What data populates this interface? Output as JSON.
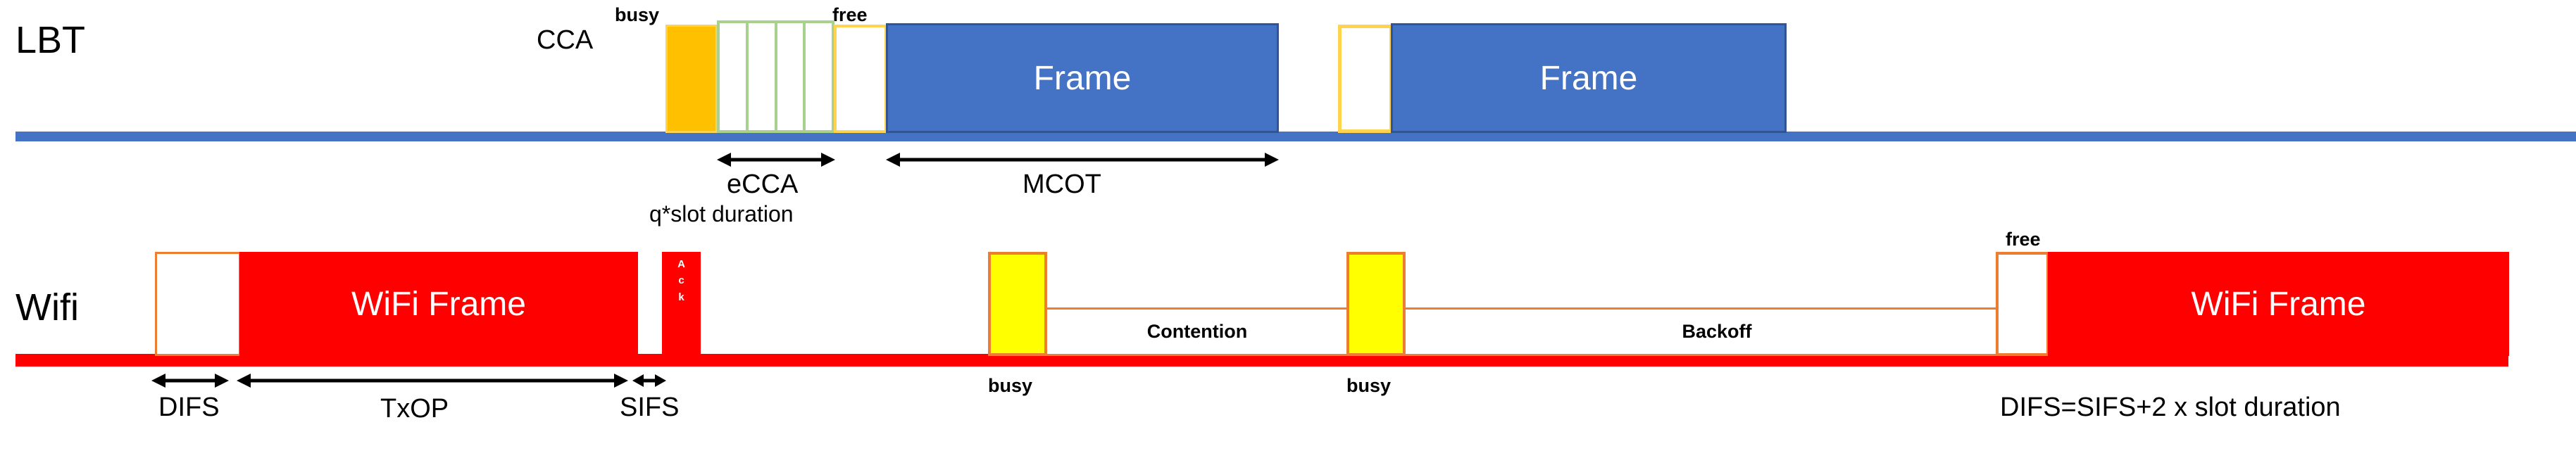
{
  "diagram": {
    "title": "LBT versus WiFi channel access timing diagram",
    "colors": {
      "lbt_timeline": "#4472C4",
      "wifi_timeline": "#FF0000",
      "busy_lbt": "#FFC000",
      "busy_wifi": "#FFFF00",
      "ecca_border": "#A9D18E",
      "free_border_lbt": "#FFD34D",
      "wifi_border": "#ED7D31",
      "frame_fill": "#4472C4",
      "wifi_frame_fill": "#FF0000"
    }
  },
  "lbt": {
    "row_label": "LBT",
    "cca_label": "CCA",
    "busy_label": "busy",
    "free_label": "free",
    "ecca_slots": [
      "",
      "",
      "",
      ""
    ],
    "frames": [
      {
        "label": "Frame"
      },
      {
        "label": "Frame"
      }
    ],
    "measures": {
      "ecca": "eCCA",
      "ecca_sub": "q*slot duration",
      "mcot": "MCOT"
    }
  },
  "wifi": {
    "row_label": "Wifi",
    "difs_box_label": "",
    "frames": [
      {
        "label": "WiFi Frame"
      },
      {
        "label": "WiFi Frame"
      }
    ],
    "ack": {
      "letters": [
        "A",
        "c",
        "k"
      ]
    },
    "busy_labels": [
      "busy",
      "busy"
    ],
    "contention_label": "Contention",
    "backoff_label": "Backoff",
    "free_label": "free",
    "measures": {
      "difs": "DIFS",
      "txop": "TxOP",
      "sifs": "SIFS"
    },
    "note": "DIFS=SIFS+2 x slot duration"
  }
}
